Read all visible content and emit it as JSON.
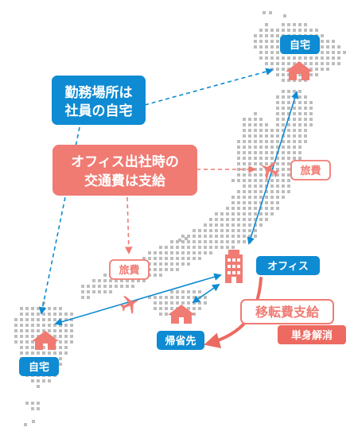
{
  "callouts": {
    "workplace_line1": "勤務場所は",
    "workplace_line2": "社員の自宅",
    "commute_line1": "オフィス出社時の",
    "commute_line2": "交通費は支給"
  },
  "badges": {
    "home_north": "自宅",
    "home_south": "自宅",
    "office": "オフィス",
    "hometown": "帰省先",
    "travel_east": "旅費",
    "travel_west": "旅費",
    "relocation": "移転費支給",
    "single_cancel": "単身解消"
  },
  "icons": {
    "house": "house-icon",
    "building": "office-building-icon",
    "plane": "airplane-icon"
  },
  "colors": {
    "blue": "#0e8bd2",
    "coral": "#f07b73",
    "coral_dark": "#ec6a61",
    "map_dots": "#bdbdbd",
    "white": "#ffffff"
  }
}
